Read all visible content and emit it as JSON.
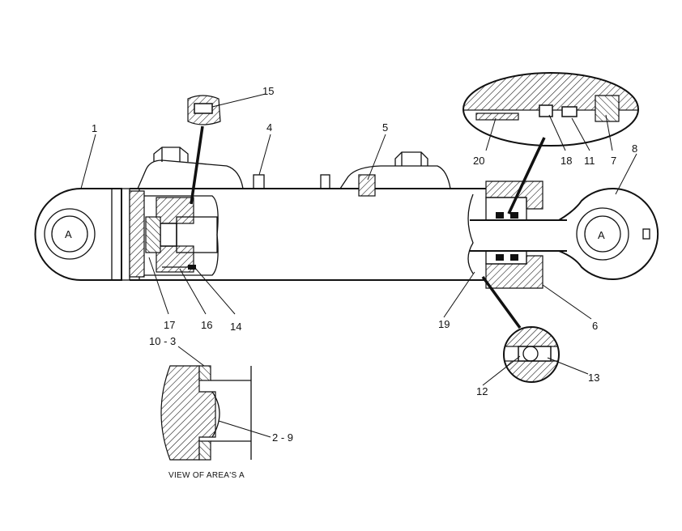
{
  "callouts": {
    "c1": "1",
    "c4": "4",
    "c5": "5",
    "c6": "6",
    "c7": "7",
    "c8": "8",
    "c11": "11",
    "c12": "12",
    "c13": "13",
    "c14": "14",
    "c15": "15",
    "c16": "16",
    "c17": "17",
    "c18": "18",
    "c19": "19",
    "c20": "20",
    "c10_3": "10 - 3",
    "c2_9": "2 - 9"
  },
  "eye_labels": {
    "left": "A",
    "right": "A"
  },
  "caption": "VIEW OF AREA'S A"
}
